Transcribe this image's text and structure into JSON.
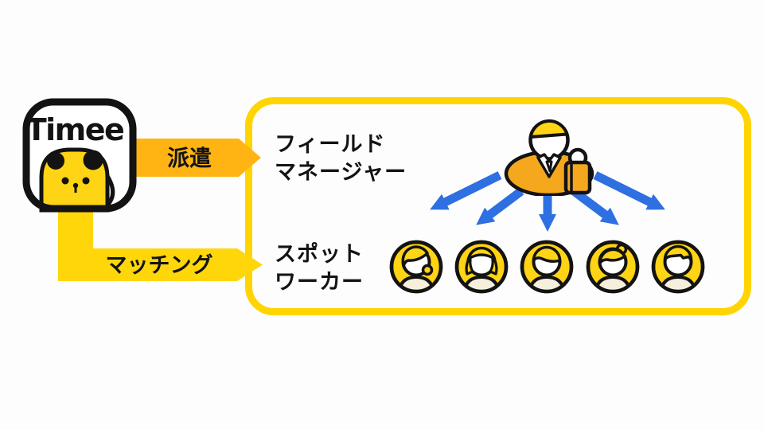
{
  "logo": {
    "text": "Timee",
    "icon": "timee-bear-mascot-icon"
  },
  "connectors": {
    "dispatch": {
      "label": "派遣"
    },
    "matching": {
      "label": "マッチング"
    }
  },
  "panel": {
    "field_manager": {
      "line1": "フィールド",
      "line2": "マネージャー",
      "icon": "field-manager-person-icon"
    },
    "spot_worker": {
      "line1": "スポット",
      "line2": "ワーカー"
    },
    "workers": [
      {
        "icon": "worker-woman-side-swept-icon"
      },
      {
        "icon": "worker-woman-bangs-icon"
      },
      {
        "icon": "worker-man-side-part-icon"
      },
      {
        "icon": "worker-woman-top-bun-icon"
      },
      {
        "icon": "worker-man-short-hair-icon"
      }
    ],
    "blue_arrow_count": 5
  },
  "colors": {
    "background": "#FDFDFD",
    "panel_border": "#FFD400",
    "dispatch_arrow": "#FFB414",
    "matching_arrow": "#FFD60A",
    "blue_arrow": "#2E6FE2",
    "avatar_yellow": "#FFD414",
    "manager_orange": "#F5A81D",
    "outline": "#131313",
    "shoulder_cream": "#F5EFDC"
  }
}
